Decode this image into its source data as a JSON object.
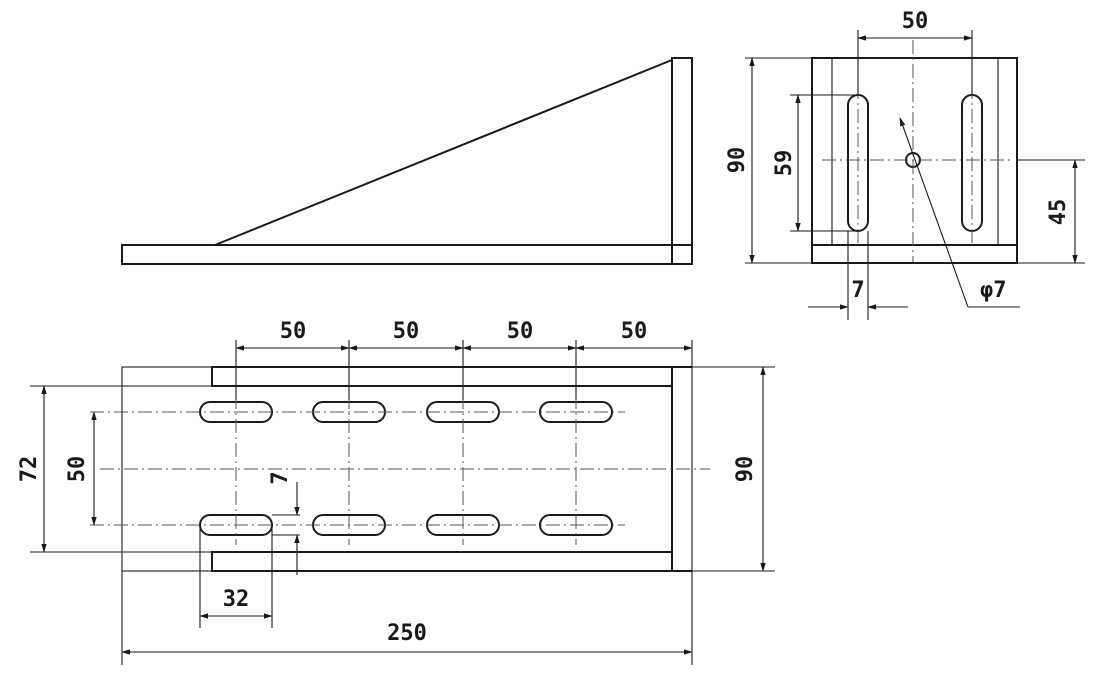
{
  "drawing": {
    "views": [
      "side-view",
      "end-view",
      "top-view"
    ],
    "dimensions": {
      "end_slot_spacing": "50",
      "end_height": "90",
      "end_slot_length": "59",
      "end_hole_height": "45",
      "end_slot_width": "7",
      "end_hole_diameter": "φ7",
      "top_pitch_1": "50",
      "top_pitch_2": "50",
      "top_pitch_3": "50",
      "top_pitch_4": "50",
      "top_outer_width": "72",
      "top_row_spacing": "50",
      "top_slot_width": "7",
      "top_height": "90",
      "top_slot_length": "32",
      "top_total_length": "250"
    }
  }
}
